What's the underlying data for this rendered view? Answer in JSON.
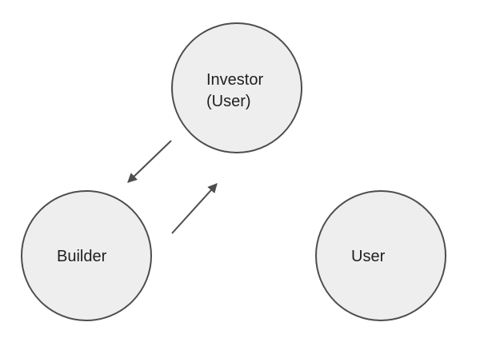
{
  "nodes": {
    "investor": {
      "label_line1": "Investor",
      "label_line2": "(User)"
    },
    "builder": {
      "label": "Builder"
    },
    "user": {
      "label": "User"
    }
  },
  "colors": {
    "node_fill": "#eeeeee",
    "node_stroke": "#4d4d4d",
    "arrow": "#4d4d4d",
    "text": "#1f1f1f"
  },
  "edges": [
    {
      "from": "investor",
      "to": "builder"
    },
    {
      "from": "builder",
      "to": "investor"
    }
  ]
}
